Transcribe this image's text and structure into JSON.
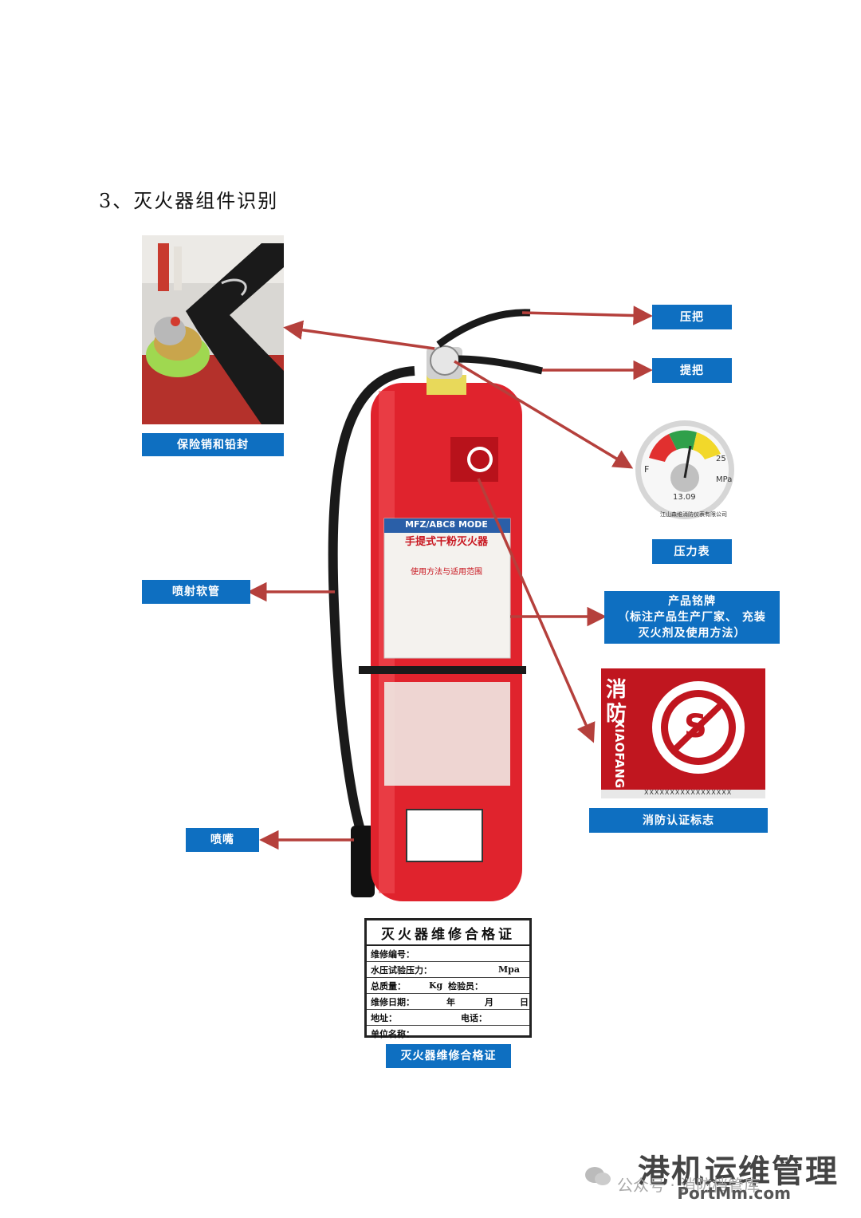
{
  "heading": "3、灭火器组件识别",
  "labels": {
    "pressure_handle": "压把",
    "carry_handle": "提把",
    "safety_pin": "保险销和铅封",
    "pressure_gauge": "压力表",
    "hose": "喷射软管",
    "nameplate_line1": "产品铭牌",
    "nameplate_line2": "（标注产品生产厂家、 充装",
    "nameplate_line3": "灭火剂及使用方法）",
    "certification_mark": "消防认证标志",
    "nozzle": "喷嘴",
    "repair_cert": "灭火器维修合格证"
  },
  "extinguisher": {
    "model": "MFZ/ABC8 MODE",
    "type_name": "手提式干粉灭火器",
    "usage_heading": "使用方法与适用范围"
  },
  "gauge": {
    "scale_value": "25",
    "unit": "MPa",
    "date_mark": "13.09",
    "maker": "江山森维消防仪表有限公司",
    "left_mark": "F"
  },
  "cert_mark": {
    "char1": "消",
    "char2": "防",
    "latin": "XIAOFANG",
    "letter": "S",
    "serial": "XXXXXXXXXXXXXXXXX"
  },
  "repair_certificate": {
    "title": "灭火器维修合格证",
    "row1": "维修编号：",
    "row2": "水压试验压力：",
    "row2_unit": "Mpa",
    "row3": "总质量：",
    "row3_unit": "Kg",
    "row3_right": "检验员：",
    "row4": "维修日期：",
    "row4_year": "年",
    "row4_month": "月",
    "row4_day": "日",
    "row5": "地址：",
    "row5_right": "电话：",
    "row6": "单位名称："
  },
  "watermark": {
    "brand": "港机运维管理",
    "site": "PortMm.com",
    "account": "公众号 · 消防档管库"
  },
  "colors": {
    "label_blue": "#0e6fc1",
    "arrow_red": "#b5403c",
    "extinguisher_red": "#e0232d"
  }
}
